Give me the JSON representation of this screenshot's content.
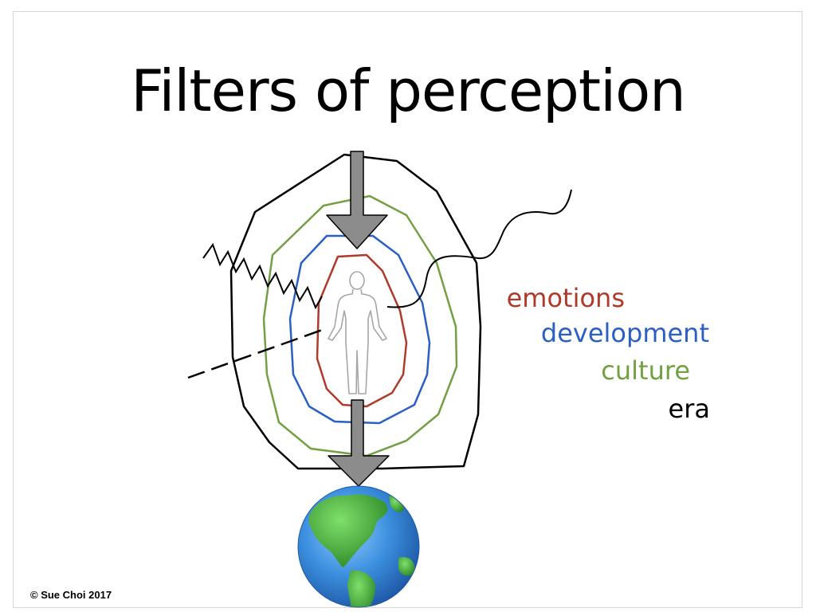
{
  "slide": {
    "title": "Filters of perception",
    "copyright": "© Sue Choi 2017"
  },
  "legend": [
    {
      "label": "emotions",
      "color": "#b03a2a"
    },
    {
      "label": "development",
      "color": "#2a5fc4"
    },
    {
      "label": "culture",
      "color": "#72a043"
    },
    {
      "label": "era",
      "color": "#000000"
    }
  ],
  "icons": {
    "person": "person-icon",
    "earth": "earth-icon",
    "arrow": "down-arrow-icon"
  },
  "colors": {
    "arrow_fill": "#8c8c8c",
    "person_outline": "#a6a6a6",
    "ocean": "#3b8fde",
    "land": "#45b23a"
  }
}
